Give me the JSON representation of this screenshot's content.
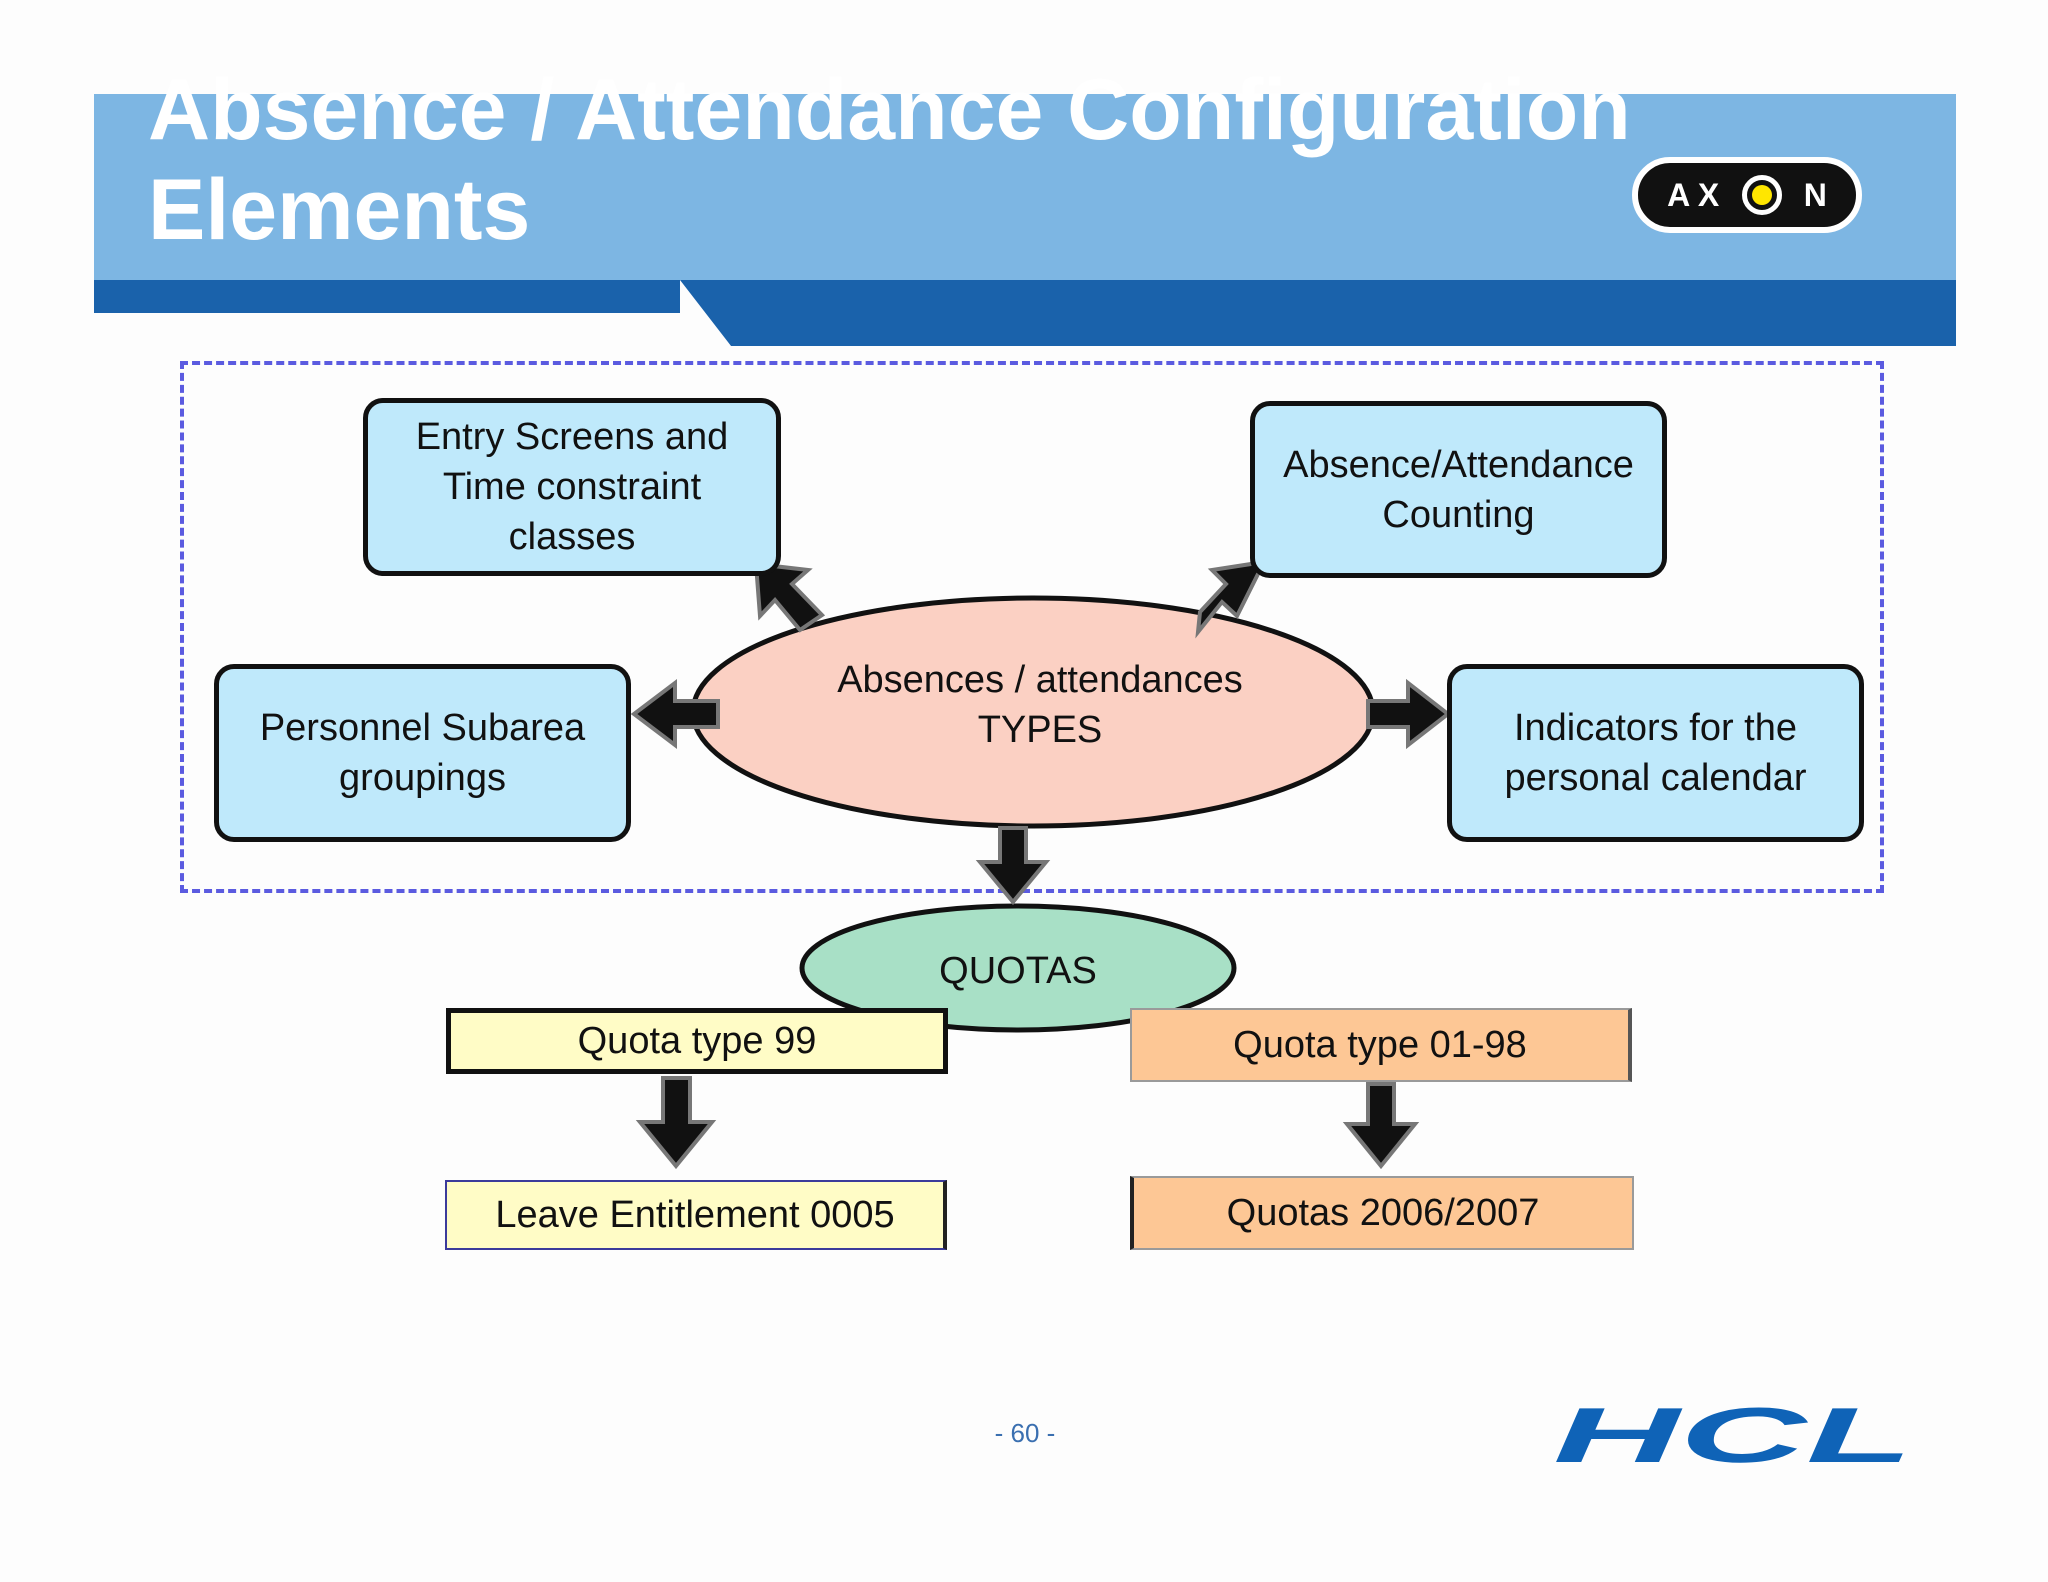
{
  "header": {
    "title_line1": "Absence / Attendance Configuration",
    "title_line2": "Elements",
    "logo_axon": "AXON",
    "logo_axon_left": "A X",
    "logo_axon_right": "N"
  },
  "diagram": {
    "center": {
      "line1": "Absences / attendances",
      "line2": "TYPES"
    },
    "entry": {
      "line1": "Entry Screens and",
      "line2": "Time constraint",
      "line3": "classes"
    },
    "counting": {
      "line1": "Absence/Attendance",
      "line2": "Counting"
    },
    "personnel": {
      "line1": "Personnel Subarea",
      "line2": "groupings"
    },
    "indicators": {
      "line1": "Indicators for the",
      "line2": "personal calendar"
    },
    "quotas": "QUOTAS",
    "quota99": "Quota type 99",
    "quota0198": "Quota type 01-98",
    "leave": "Leave Entitlement 0005",
    "quotas2006": "Quotas  2006/2007"
  },
  "footer": {
    "page_number": "- 60 -",
    "logo_hcl": "HCL"
  },
  "colors": {
    "header_light": "#7db6e3",
    "header_dark": "#1a62ab",
    "box_blue": "#bfe9fb",
    "ellipse_pink": "#fbd0c3",
    "ellipse_green": "#a8e0c6",
    "box_yellow": "#fffcc6",
    "box_orange": "#fdc795",
    "dashed_border": "#5b5be0",
    "hcl_blue": "#0f63b7"
  }
}
